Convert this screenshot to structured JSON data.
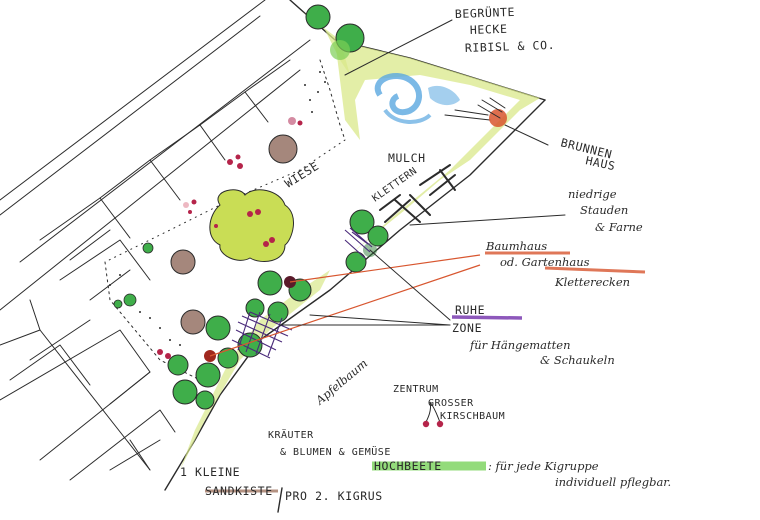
{
  "labels": {
    "hedge": [
      "BEGRÜNTE",
      "HECKE",
      "RIBISL & CO."
    ],
    "brunnen": [
      "BRUNNEN",
      "HAUS"
    ],
    "mulch": "MULCH",
    "klettern": "KLETTERN",
    "wiese": "WIESE",
    "stauden": [
      "niedrige",
      "Stauden",
      "& Farne"
    ],
    "baumhaus": [
      "Baumhaus",
      "od. Gartenhaus",
      "Kletterecken"
    ],
    "ruhe": [
      "RUHE",
      "ZONE",
      "für Hängematten",
      "& Schaukeln"
    ],
    "apfelbaum": "Apfelbaum",
    "kirschbaum": [
      "ZENTRUM",
      "GROSSER",
      "KIRSCHBAUM"
    ],
    "kraeuter": [
      "KRÄUTER",
      "& BLUMEN & GEMÜSE"
    ],
    "hochbeete": "HOCHBEETE",
    "hochbeete_note": ": für jede Kigruppe",
    "hochbeete_note2": "individuell pflegbar.",
    "sandkiste": [
      "1 KLEINE",
      "SANDKISTE"
    ],
    "sandkiste_note": "PRO 2. KIGRUS"
  },
  "colors": {
    "bed_green": "#d9e88a",
    "tree_green": "#3fae4a",
    "tree_dark": "#2f7d3a",
    "bush_brown": "#a5877c",
    "berry": "#b5244a",
    "water": "#5aa7e0",
    "violet": "#4a2a7a",
    "highlight_red": "#d8562f",
    "highlight_purple": "#7a3bb0",
    "highlight_green": "#66cc44",
    "highlight_brown": "#a77f6d",
    "lime_canopy": "#c9dd55"
  }
}
